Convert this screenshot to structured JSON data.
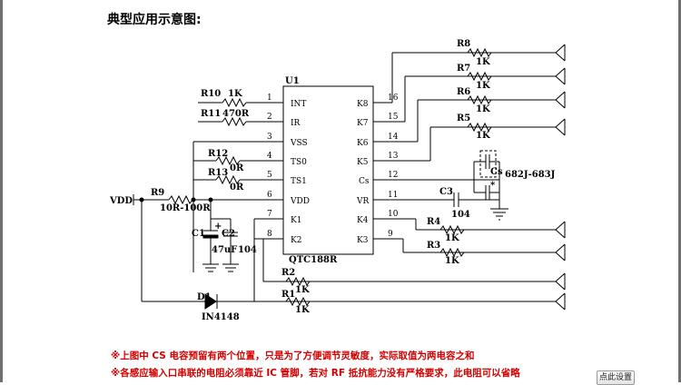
{
  "heading": "典型应用示意图:",
  "chip": {
    "ref": "U1",
    "part": "QTC188R",
    "left_pins": [
      {
        "num": "1",
        "name": "INT"
      },
      {
        "num": "2",
        "name": "IR"
      },
      {
        "num": "3",
        "name": "VSS"
      },
      {
        "num": "4",
        "name": "TS0"
      },
      {
        "num": "5",
        "name": "TS1"
      },
      {
        "num": "6",
        "name": "VDD"
      },
      {
        "num": "7",
        "name": "K1"
      },
      {
        "num": "8",
        "name": "K2"
      }
    ],
    "right_pins": [
      {
        "num": "16",
        "name": "K8"
      },
      {
        "num": "15",
        "name": "K7"
      },
      {
        "num": "14",
        "name": "K6"
      },
      {
        "num": "13",
        "name": "K5"
      },
      {
        "num": "12",
        "name": "Cs"
      },
      {
        "num": "11",
        "name": "VR"
      },
      {
        "num": "10",
        "name": "K4"
      },
      {
        "num": "9",
        "name": "K3"
      }
    ]
  },
  "components": {
    "r10": {
      "ref": "R10",
      "value": "1K"
    },
    "r11": {
      "ref": "R11",
      "value": "470R"
    },
    "r12": {
      "ref": "R12",
      "value": "0R"
    },
    "r13": {
      "ref": "R13",
      "value": "0R"
    },
    "r9": {
      "ref": "R9",
      "value": "10R-100R"
    },
    "c1": {
      "ref": "C1",
      "value": "47uF"
    },
    "c2": {
      "ref": "C2",
      "value": "104"
    },
    "d1": {
      "ref": "D1",
      "value": "IN4148"
    },
    "r8": {
      "ref": "R8",
      "value": "1K"
    },
    "r7": {
      "ref": "R7",
      "value": "1K"
    },
    "r6": {
      "ref": "R6",
      "value": "1K"
    },
    "r5": {
      "ref": "R5",
      "value": "1K"
    },
    "cs": {
      "ref": "Cs",
      "value": "682J-683J",
      "mark": "*"
    },
    "c3": {
      "ref": "C3",
      "value": "104"
    },
    "r4": {
      "ref": "R4",
      "value": "1K"
    },
    "r3": {
      "ref": "R3",
      "value": "1K"
    },
    "r2": {
      "ref": "R2",
      "value": "1K"
    },
    "r1": {
      "ref": "R1",
      "value": "1K"
    }
  },
  "vdd_label": "VDD",
  "notes": [
    "※上图中 CS 电容预留有两个位置，只是为了方便调节灵敏度，实际取值为两电容之和",
    "※各感应输入口串联的电阻必须靠近 IC 管脚，若对 RF 抵抗能力没有严格要求，此电阻可以省略"
  ],
  "button_label": "点此设置"
}
